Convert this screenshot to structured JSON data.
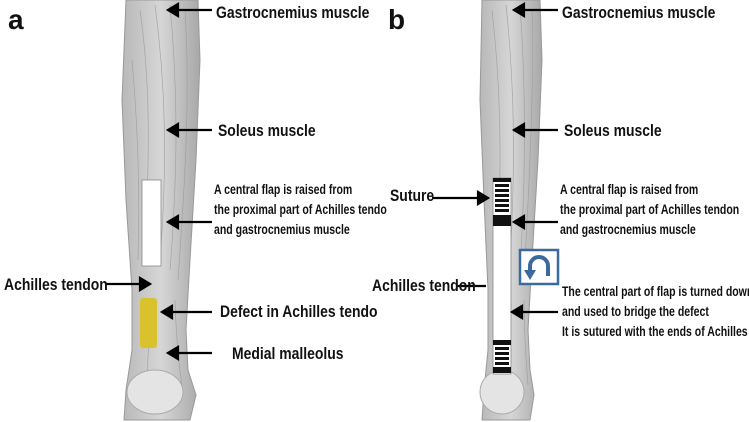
{
  "panel_a": {
    "letter": "a",
    "labels": {
      "gastrocnemius": "Gastrocnemius muscle",
      "soleus": "Soleus muscle",
      "achilles": "Achilles tendon",
      "defect": "Defect in Achilles tendo",
      "malleolus": "Medial malleolus"
    },
    "flap_note": [
      "A central flap is raised from",
      "the proximal part of Achilles tendo",
      "and gastrocnemius muscle"
    ]
  },
  "panel_b": {
    "letter": "b",
    "labels": {
      "gastrocnemius": "Gastrocnemius muscle",
      "soleus": "Soleus muscle",
      "suture": "Suture",
      "achilles": "Achilles tendon"
    },
    "flap_note": [
      "A central flap is raised from",
      "the proximal part of Achilles tendon",
      "and gastrocnemius muscle"
    ],
    "turn_note": [
      "The central part of flap is turned down",
      " and used to bridge the defect",
      " It is sutured with the ends of Achilles tendon"
    ]
  },
  "colors": {
    "muscle": "#c9c9c9",
    "muscle_dark": "#9a9a9a",
    "defect": "#d9c22e",
    "turn_icon": "#3a6aa0"
  }
}
